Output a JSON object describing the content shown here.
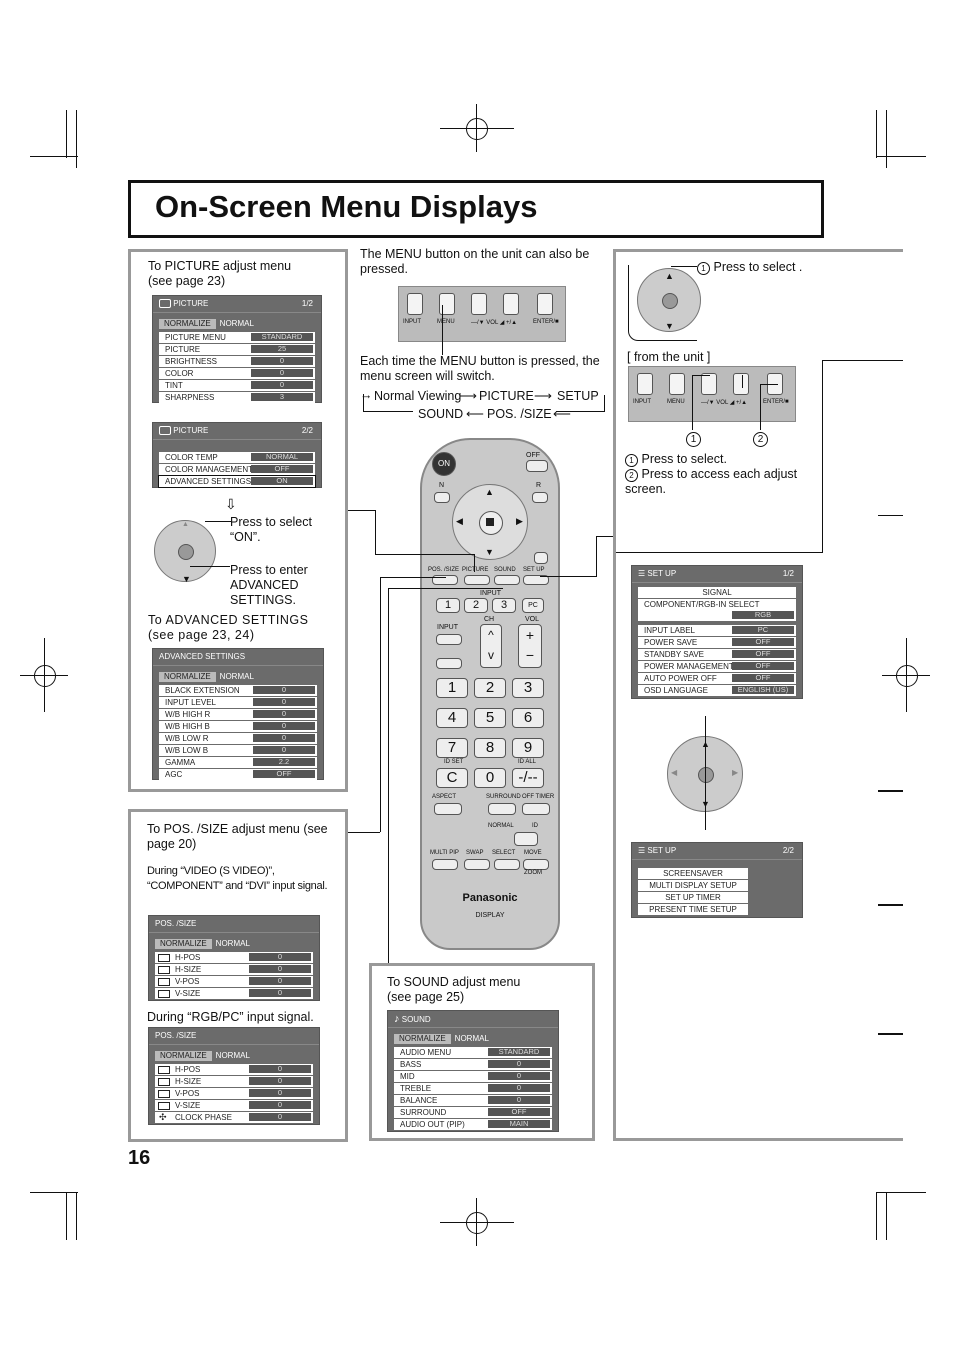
{
  "page_title": "On-Screen Menu Displays",
  "page_number": "16",
  "picture_panel": {
    "intro": "To PICTURE adjust menu (see page 23)",
    "menu1": {
      "title": "PICTURE",
      "page": "1/2",
      "normalize": "NORMALIZE",
      "normal": "NORMAL",
      "rows": [
        {
          "label": "PICTURE MENU",
          "value": "STANDARD"
        },
        {
          "label": "PICTURE",
          "value": "25"
        },
        {
          "label": "BRIGHTNESS",
          "value": "0"
        },
        {
          "label": "COLOR",
          "value": "0"
        },
        {
          "label": "TINT",
          "value": "0"
        },
        {
          "label": "SHARPNESS",
          "value": "3"
        }
      ]
    },
    "menu2": {
      "title": "PICTURE",
      "page": "2/2",
      "rows": [
        {
          "label": "COLOR TEMP",
          "value": "NORMAL"
        },
        {
          "label": "COLOR MANAGEMENT",
          "value": "OFF"
        },
        {
          "label": "ADVANCED SETTINGS",
          "value": "ON"
        }
      ]
    },
    "press_select_on": "Press to select “ON”.",
    "press_enter_advanced": "Press to enter ADVANCED SETTINGS.",
    "advanced_intro": "To ADVANCED SETTINGS (see page 23, 24)",
    "advanced_menu": {
      "title": "ADVANCED SETTINGS",
      "normalize": "NORMALIZE",
      "normal": "NORMAL",
      "rows": [
        {
          "label": "BLACK EXTENSION",
          "value": "0"
        },
        {
          "label": "INPUT LEVEL",
          "value": "0"
        },
        {
          "label": "W/B HIGH R",
          "value": "0"
        },
        {
          "label": "W/B HIGH B",
          "value": "0"
        },
        {
          "label": "W/B LOW R",
          "value": "0"
        },
        {
          "label": "W/B LOW B",
          "value": "0"
        },
        {
          "label": "GAMMA",
          "value": "2.2"
        },
        {
          "label": "AGC",
          "value": "OFF"
        }
      ]
    }
  },
  "possize_panel": {
    "intro": "To POS. /SIZE adjust menu (see page 20)",
    "note_video": "During “VIDEO (S VIDEO)”, “COMPONENT” and “DVI” input signal.",
    "menu1": {
      "title": "POS. /SIZE",
      "normalize": "NORMALIZE",
      "normal": "NORMAL",
      "rows": [
        {
          "label": "H-POS",
          "value": "0"
        },
        {
          "label": "H-SIZE",
          "value": "0"
        },
        {
          "label": "V-POS",
          "value": "0"
        },
        {
          "label": "V-SIZE",
          "value": "0"
        }
      ]
    },
    "note_rgb": "During “RGB/PC” input signal.",
    "menu2": {
      "title": "POS. /SIZE",
      "normalize": "NORMALIZE",
      "normal": "NORMAL",
      "rows": [
        {
          "label": "H-POS",
          "value": "0"
        },
        {
          "label": "H-SIZE",
          "value": "0"
        },
        {
          "label": "V-POS",
          "value": "0"
        },
        {
          "label": "V-SIZE",
          "value": "0"
        },
        {
          "label": "CLOCK PHASE",
          "value": "0"
        }
      ]
    }
  },
  "center": {
    "menu_button_note": "The MENU button on the unit can also be pressed.",
    "unit_labels": [
      "INPUT",
      "MENU",
      "—/▼ VOL ◢ +/▲",
      "ENTER/■"
    ],
    "each_time_note": "Each time the MENU button is pressed, the menu screen will switch.",
    "cycle": {
      "normal_viewing": "Normal Viewing",
      "picture": "PICTURE",
      "setup": "SETUP",
      "sound": "SOUND",
      "pos_size": "POS. /SIZE"
    }
  },
  "remote": {
    "on": "ON",
    "off": "OFF",
    "n": "N",
    "r": "R",
    "pos_size": "POS. /SIZE",
    "picture": "PICTURE",
    "sound": "SOUND",
    "setup": "SET UP",
    "input_group": "INPUT",
    "k1": "1",
    "k2": "2",
    "k3": "3",
    "pc": "PC",
    "input": "INPUT",
    "ch": "CH",
    "vol": "VOL",
    "digits": [
      "1",
      "2",
      "3",
      "4",
      "5",
      "6",
      "7",
      "8",
      "9",
      "C",
      "0",
      "-/--"
    ],
    "id_set": "ID SET",
    "id_all": "ID ALL",
    "aspect": "ASPECT",
    "surround": "SURROUND",
    "off_timer": "OFF TIMER",
    "normal": "NORMAL",
    "id": "ID",
    "multi_pip": "MULTI PIP",
    "swap": "SWAP",
    "select": "SELECT",
    "move": "MOVE",
    "zoom": "ZOOM",
    "brand": "Panasonic",
    "display": "DISPLAY"
  },
  "sound_panel": {
    "intro": "To SOUND adjust menu (see page 25)",
    "menu": {
      "title": "SOUND",
      "normalize": "NORMALIZE",
      "normal": "NORMAL",
      "rows": [
        {
          "label": "AUDIO MENU",
          "value": "STANDARD"
        },
        {
          "label": "BASS",
          "value": "0"
        },
        {
          "label": "MID",
          "value": "0"
        },
        {
          "label": "TREBLE",
          "value": "0"
        },
        {
          "label": "BALANCE",
          "value": "0"
        },
        {
          "label": "SURROUND",
          "value": "OFF"
        },
        {
          "label": "AUDIO OUT (PIP)",
          "value": "MAIN"
        }
      ]
    }
  },
  "setup_panel": {
    "press_select_top": "Press to select .",
    "from_unit": "[ from the unit ]",
    "unit_labels": [
      "INPUT",
      "MENU",
      "—/▼ VOL ◢ +/▲",
      "ENTER/■"
    ],
    "mark1": "1",
    "mark2": "2",
    "note1": "Press to select.",
    "note2": "Press to access each adjust screen.",
    "menu1": {
      "title": "SET UP",
      "page": "1/2",
      "signal": "SIGNAL",
      "component_select": "COMPONENT/RGB-IN SELECT",
      "component_value": "RGB",
      "rows": [
        {
          "label": "INPUT LABEL",
          "value": "PC"
        },
        {
          "label": "POWER SAVE",
          "value": "OFF"
        },
        {
          "label": "STANDBY SAVE",
          "value": "OFF"
        },
        {
          "label": "POWER MANAGEMENT",
          "value": "OFF"
        },
        {
          "label": "AUTO POWER OFF",
          "value": "OFF"
        },
        {
          "label": "OSD LANGUAGE",
          "value": "ENGLISH (US)"
        }
      ]
    },
    "menu2": {
      "title": "SET UP",
      "page": "2/2",
      "rows": [
        "SCREENSAVER",
        "MULTI DISPLAY SETUP",
        "SET UP TIMER",
        "PRESENT TIME SETUP"
      ]
    }
  }
}
